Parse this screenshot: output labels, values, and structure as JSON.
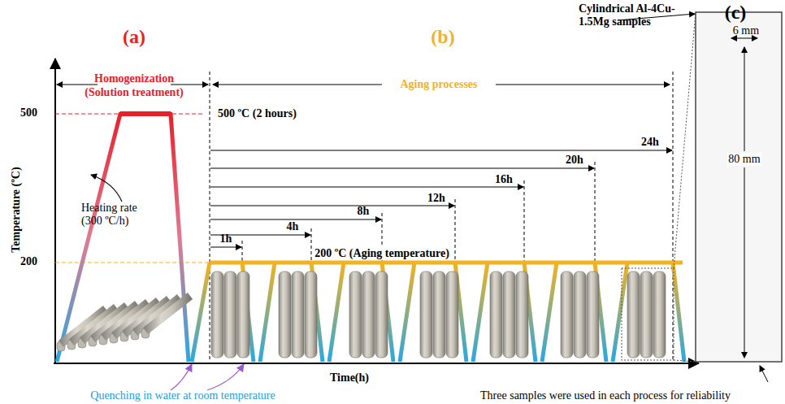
{
  "diagram": {
    "labels": [
      "(a)",
      "(b)",
      "(c)",
      "Cylindrical Al-4Cu-1.5Mg samples",
      "Homogenization",
      "(Solution treatment)",
      "Aging processes",
      "500",
      "200",
      "Temperature (ºC)",
      "500 ºC (2 hours)",
      "24h",
      "20h",
      "16h",
      "12h",
      "8h",
      "4h",
      "1h",
      "Heating rate (300 ºC/h)",
      "200 ºC (Aging temperature)",
      "6 mm",
      "80 mm",
      "Time(h)",
      "Quenching in water at room temperature",
      "Three samples were used in each process for reliability"
    ]
  }
}
